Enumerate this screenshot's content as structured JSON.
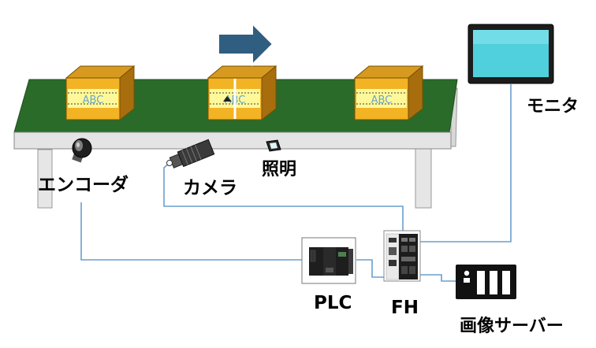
{
  "diagram": {
    "box_text": "ABC",
    "direction_arrow_color": "#2f5e80",
    "belt_color": "#2a6b2a",
    "connection_line_color": "#6a9fcf"
  },
  "labels": {
    "encoder": "エンコーダ",
    "camera": "カメラ",
    "lighting": "照明",
    "monitor": "モニタ",
    "plc": "PLC",
    "fh": "FH",
    "image_server": "画像サーバー"
  }
}
